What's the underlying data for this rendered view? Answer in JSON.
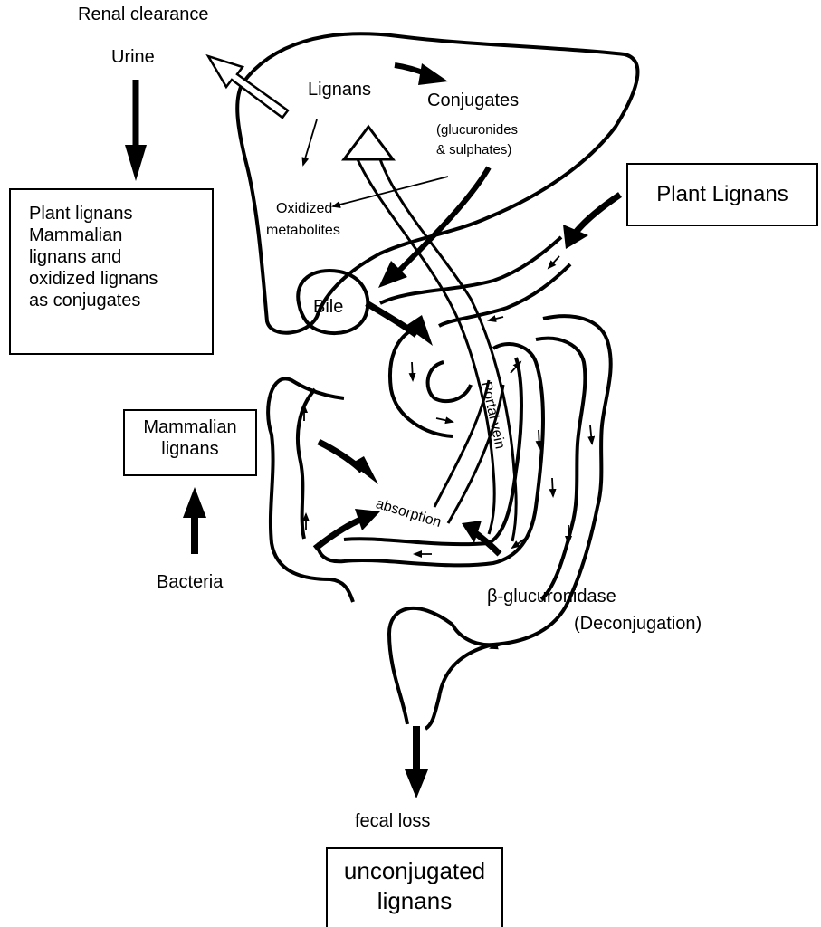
{
  "labels": {
    "renal_clearance": "Renal clearance",
    "urine": "Urine",
    "lignans": "Lignans",
    "conjugates": "Conjugates",
    "glucuronides": "(glucuronides",
    "sulphates": "& sulphates)",
    "oxidized_1": "Oxidized",
    "oxidized_2": "metabolites",
    "bile": "Bile",
    "portal_vein": "Portal vein",
    "absorption": "absorption",
    "bacteria": "Bacteria",
    "beta_glucuronidase": "β-glucuronidase",
    "deconjugation": "(Deconjugation)",
    "fecal_loss": "fecal loss"
  },
  "boxes": {
    "urine_box": [
      "Plant lignans",
      "Mammalian",
      "lignans and",
      "oxidized lignans",
      "as conjugates"
    ],
    "plant_lignans": "Plant Lignans",
    "mammalian_box": [
      "Mammalian",
      "lignans"
    ],
    "unconjugated_box": [
      "unconjugated",
      "lignans"
    ]
  }
}
